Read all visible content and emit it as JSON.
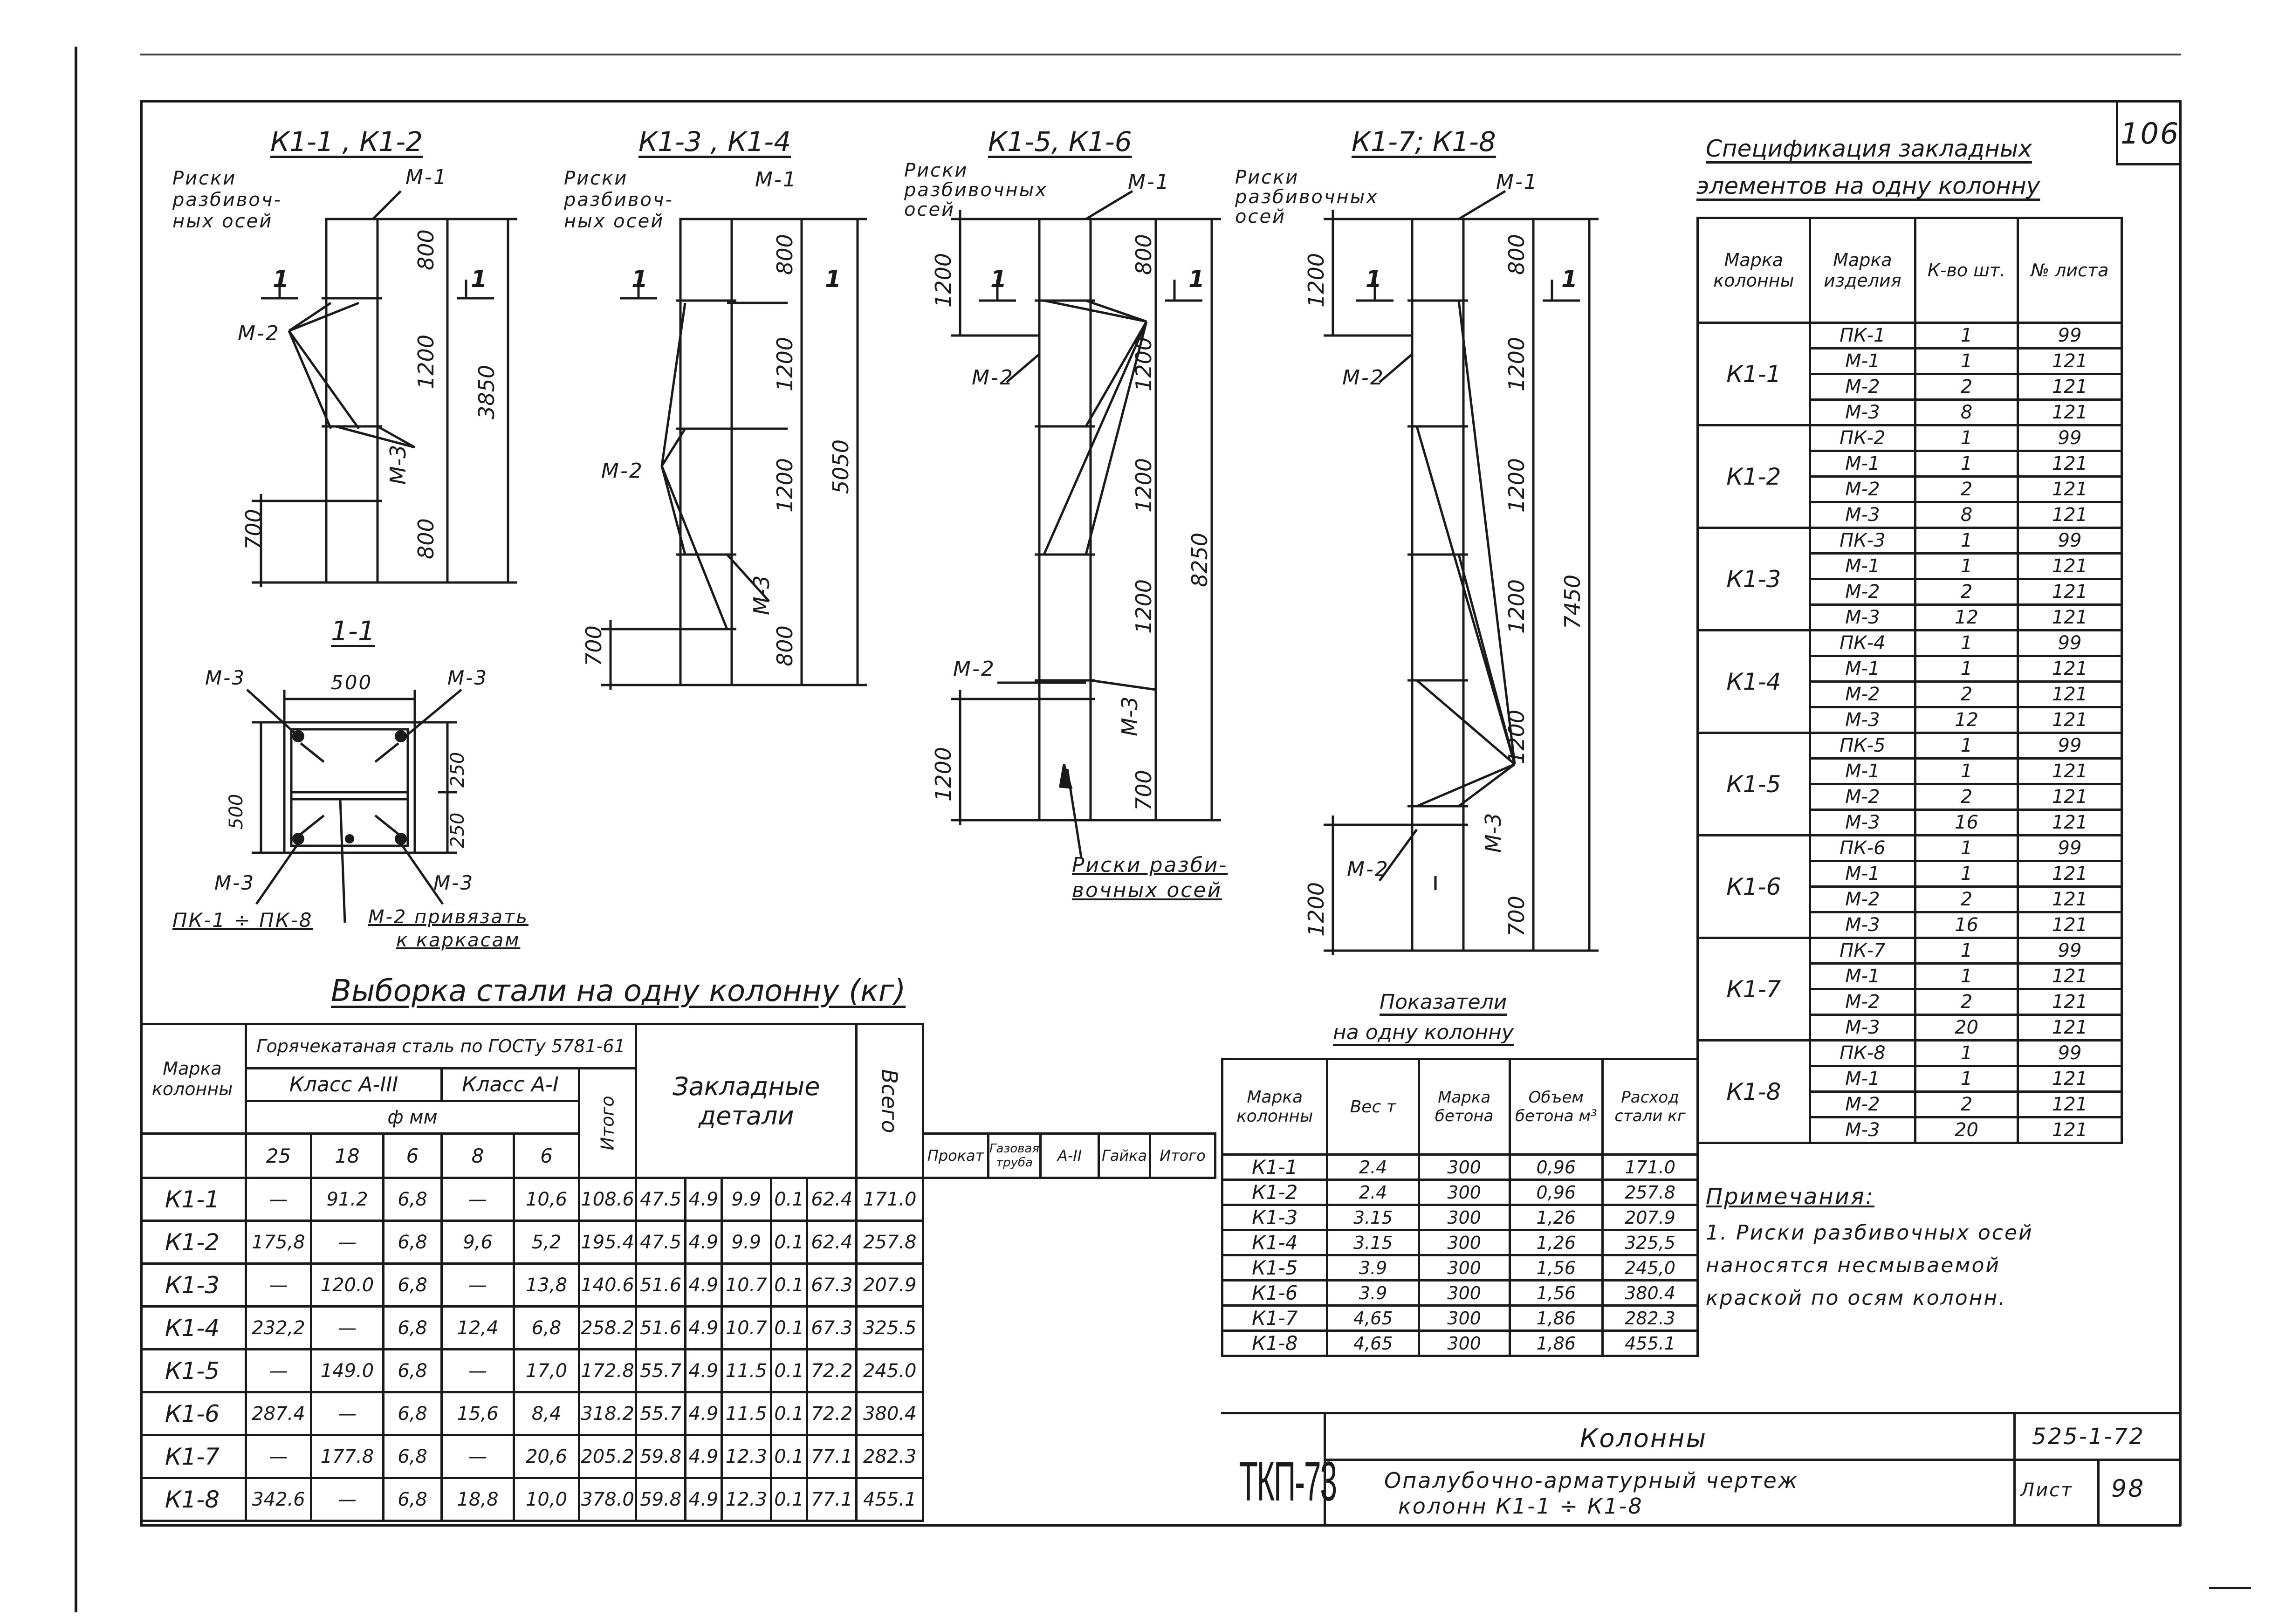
{
  "sheet": {
    "number_top": "106",
    "number_bottom": "98"
  },
  "column_views": [
    {
      "title": "К1-1 , К1-2",
      "label_axes": "Риски разбивоч-ных осей",
      "m1": "М-1",
      "m2": "М-2",
      "m3": "М-3",
      "section_mark": "1",
      "dims": [
        "800",
        "1200",
        "3850",
        "800",
        "700"
      ]
    },
    {
      "title": "К1-3 , К1-4",
      "label_axes": "Риски разбивоч-ных осей",
      "m1": "М-1",
      "m2": "М-2",
      "m3": "М-3",
      "section_mark": "1",
      "dims": [
        "800",
        "1200",
        "1200",
        "5050",
        "800",
        "700"
      ]
    },
    {
      "title": "К1-5, К1-6",
      "label_axes": "Риски разбивочных осей",
      "m1": "М-1",
      "m2": "М-2",
      "m2b": "М-2",
      "m3": "М-3",
      "section_mark": "1",
      "dims": [
        "800",
        "1200",
        "1200",
        "1200",
        "8250",
        "700",
        "1200",
        "1200"
      ]
    },
    {
      "title": "К1-7; К1-8",
      "label_axes": "Риски разбивочных осей",
      "m1": "М-1",
      "m2": "М-2",
      "m2b": "М-2",
      "m3": "М-3",
      "section_mark": "1",
      "dims": [
        "800",
        "1200",
        "1200",
        "1200",
        "1200",
        "7450",
        "700",
        "1200",
        "1200"
      ]
    }
  ],
  "axis_marks_note": "Риски разби-вочных осей",
  "section": {
    "title": "1-1",
    "width": "500",
    "height": "500",
    "d1": "250",
    "d2": "250",
    "m3_labels": [
      "М-3",
      "М-3",
      "М-3",
      "М-3"
    ],
    "pk_label": "ПК-1 ÷ ПК-8",
    "m2_note_1": "М-2 привязать",
    "m2_note_2": "к каркасам"
  },
  "spec": {
    "title_1": "Спецификация закладных",
    "title_2": "элементов на одну колонну",
    "headers": [
      "Марка колонны",
      "Марка изделия",
      "К-во шт.",
      "№ листа"
    ],
    "groups": [
      {
        "col": "К1-1",
        "rows": [
          [
            "ПК-1",
            "1",
            "99"
          ],
          [
            "М-1",
            "1",
            "121"
          ],
          [
            "М-2",
            "2",
            "121"
          ],
          [
            "М-3",
            "8",
            "121"
          ]
        ]
      },
      {
        "col": "К1-2",
        "rows": [
          [
            "ПК-2",
            "1",
            "99"
          ],
          [
            "М-1",
            "1",
            "121"
          ],
          [
            "М-2",
            "2",
            "121"
          ],
          [
            "М-3",
            "8",
            "121"
          ]
        ]
      },
      {
        "col": "К1-3",
        "rows": [
          [
            "ПК-3",
            "1",
            "99"
          ],
          [
            "М-1",
            "1",
            "121"
          ],
          [
            "М-2",
            "2",
            "121"
          ],
          [
            "М-3",
            "12",
            "121"
          ]
        ]
      },
      {
        "col": "К1-4",
        "rows": [
          [
            "ПК-4",
            "1",
            "99"
          ],
          [
            "М-1",
            "1",
            "121"
          ],
          [
            "М-2",
            "2",
            "121"
          ],
          [
            "М-3",
            "12",
            "121"
          ]
        ]
      },
      {
        "col": "К1-5",
        "rows": [
          [
            "ПК-5",
            "1",
            "99"
          ],
          [
            "М-1",
            "1",
            "121"
          ],
          [
            "М-2",
            "2",
            "121"
          ],
          [
            "М-3",
            "16",
            "121"
          ]
        ]
      },
      {
        "col": "К1-6",
        "rows": [
          [
            "ПК-6",
            "1",
            "99"
          ],
          [
            "М-1",
            "1",
            "121"
          ],
          [
            "М-2",
            "2",
            "121"
          ],
          [
            "М-3",
            "16",
            "121"
          ]
        ]
      },
      {
        "col": "К1-7",
        "rows": [
          [
            "ПК-7",
            "1",
            "99"
          ],
          [
            "М-1",
            "1",
            "121"
          ],
          [
            "М-2",
            "2",
            "121"
          ],
          [
            "М-3",
            "20",
            "121"
          ]
        ]
      },
      {
        "col": "К1-8",
        "rows": [
          [
            "ПК-8",
            "1",
            "99"
          ],
          [
            "М-1",
            "1",
            "121"
          ],
          [
            "М-2",
            "2",
            "121"
          ],
          [
            "М-3",
            "20",
            "121"
          ]
        ]
      }
    ]
  },
  "notes": {
    "title": "Примечания:",
    "lines": [
      "1. Риски разбивочных осей",
      "наносятся несмываемой",
      "краской по осям колонн."
    ]
  },
  "steel": {
    "title": "Выборка стали на одну колонну (кг)",
    "h_mark": "Марка колонны",
    "h_hot": "Горячекатаная сталь по ГОСТу 5781-61",
    "h_a3": "Класс А-III",
    "h_a1": "Класс А-I",
    "h_phi": "ф мм",
    "h_total": "Итого",
    "h_embedded": "Закладные детали",
    "h_all": "Всего",
    "diam": [
      "25",
      "18",
      "6",
      "8",
      "6"
    ],
    "emb_cols": [
      "Прокат",
      "Газовая труба",
      "А-II",
      "Гайка",
      "Итого"
    ],
    "rows": [
      [
        "К1-1",
        "—",
        "91.2",
        "6,8",
        "—",
        "10,6",
        "108.6",
        "47.5",
        "4.9",
        "9.9",
        "0.1",
        "62.4",
        "171.0"
      ],
      [
        "К1-2",
        "175,8",
        "—",
        "6,8",
        "9,6",
        "5,2",
        "195.4",
        "47.5",
        "4.9",
        "9.9",
        "0.1",
        "62.4",
        "257.8"
      ],
      [
        "К1-3",
        "—",
        "120.0",
        "6,8",
        "—",
        "13,8",
        "140.6",
        "51.6",
        "4.9",
        "10.7",
        "0.1",
        "67.3",
        "207.9"
      ],
      [
        "К1-4",
        "232,2",
        "—",
        "6,8",
        "12,4",
        "6,8",
        "258.2",
        "51.6",
        "4.9",
        "10.7",
        "0.1",
        "67.3",
        "325.5"
      ],
      [
        "К1-5",
        "—",
        "149.0",
        "6,8",
        "—",
        "17,0",
        "172.8",
        "55.7",
        "4.9",
        "11.5",
        "0.1",
        "72.2",
        "245.0"
      ],
      [
        "К1-6",
        "287.4",
        "—",
        "6,8",
        "15,6",
        "8,4",
        "318.2",
        "55.7",
        "4.9",
        "11.5",
        "0.1",
        "72.2",
        "380.4"
      ],
      [
        "К1-7",
        "—",
        "177.8",
        "6,8",
        "—",
        "20,6",
        "205.2",
        "59.8",
        "4.9",
        "12.3",
        "0.1",
        "77.1",
        "282.3"
      ],
      [
        "К1-8",
        "342.6",
        "—",
        "6,8",
        "18,8",
        "10,0",
        "378.0",
        "59.8",
        "4.9",
        "12.3",
        "0.1",
        "77.1",
        "455.1"
      ]
    ]
  },
  "indices": {
    "title_1": "Показатели",
    "title_2": "на одну колонну",
    "headers": [
      "Марка колонны",
      "Вес т",
      "Марка бетона",
      "Объем бетона м³",
      "Расход стали кг"
    ],
    "rows": [
      [
        "К1-1",
        "2.4",
        "300",
        "0,96",
        "171.0"
      ],
      [
        "К1-2",
        "2.4",
        "300",
        "0,96",
        "257.8"
      ],
      [
        "К1-3",
        "3.15",
        "300",
        "1,26",
        "207.9"
      ],
      [
        "К1-4",
        "3.15",
        "300",
        "1,26",
        "325,5"
      ],
      [
        "К1-5",
        "3.9",
        "300",
        "1,56",
        "245,0"
      ],
      [
        "К1-6",
        "3.9",
        "300",
        "1,56",
        "380.4"
      ],
      [
        "К1-7",
        "4,65",
        "300",
        "1,86",
        "282.3"
      ],
      [
        "К1-8",
        "4,65",
        "300",
        "1,86",
        "455.1"
      ]
    ]
  },
  "title_block": {
    "stamp": "ТКП-73",
    "name": "Колонны",
    "desc_1": "Опалубочно-арматурный чертеж",
    "desc_2": "колонн К1-1 ÷ К1-8",
    "series": "525-1-72",
    "sheet_label": "Лист"
  }
}
